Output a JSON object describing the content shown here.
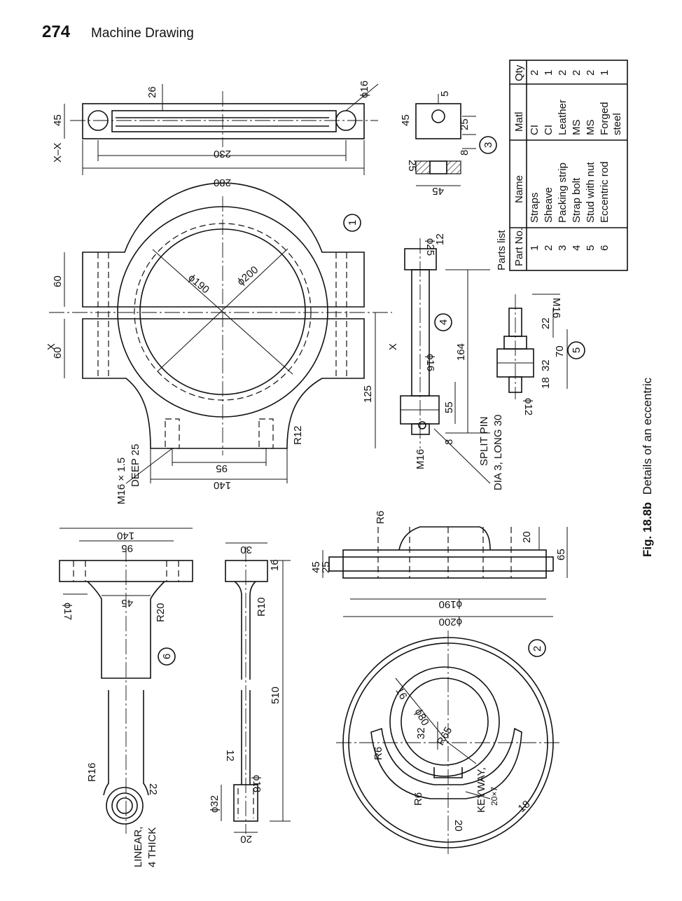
{
  "header": {
    "page_number": "274",
    "book_title": "Machine Drawing"
  },
  "caption": {
    "label": "Fig. 18.8b",
    "text": "Details of an eccentric"
  },
  "parts_list": {
    "title": "Parts list",
    "columns": [
      "Part No.",
      "Name",
      "Matl",
      "Qty"
    ],
    "rows": [
      {
        "no": "1",
        "name": "Straps",
        "matl": "CI",
        "qty": "2"
      },
      {
        "no": "2",
        "name": "Sheave",
        "matl": "CI",
        "qty": "1"
      },
      {
        "no": "3",
        "name": "Packing strip",
        "matl": "Leather",
        "qty": "2"
      },
      {
        "no": "4",
        "name": "Strap bolt",
        "matl": "MS",
        "qty": "2"
      },
      {
        "no": "5",
        "name": "Stud with nut",
        "matl": "MS",
        "qty": "2"
      },
      {
        "no": "6",
        "name": "Eccentric rod",
        "matl": "Forged",
        "matl2": "steel",
        "qty": "1"
      }
    ]
  },
  "part_markers": [
    "1",
    "2",
    "3",
    "4",
    "5",
    "6"
  ],
  "strap": {
    "section": "X–X",
    "h45": "45",
    "w26": "26",
    "phi16": "ϕ16",
    "l230": "230",
    "l280": "280",
    "w60a": "60",
    "w60b": "60",
    "x_top": "X",
    "x_bottom": "X",
    "phi190": "ϕ190",
    "phi200": "ϕ200",
    "d125": "125",
    "r12": "R12",
    "d95": "95",
    "d140": "140",
    "thread": "M16 × 1.5",
    "deep": "DEEP 25"
  },
  "packing": {
    "h45": "45",
    "d5": "5",
    "d25a": "25",
    "d25b": "25",
    "d8": "8",
    "d45": "45"
  },
  "bolt": {
    "phi25": "ϕ25",
    "d12": "12",
    "phi16": "ϕ16",
    "d164": "164",
    "d55": "55",
    "d8": "8",
    "m16": "M16",
    "split_pin": "SPLIT PIN",
    "split_spec": "DIA 3, LONG 30"
  },
  "stud": {
    "m16": "M16",
    "d22": "22",
    "d32": "32",
    "d70": "70",
    "d18": "18",
    "phi12": "ϕ12"
  },
  "rod": {
    "d140": "140",
    "d95": "95",
    "phi17": "ϕ17",
    "d45": "45",
    "r20": "R20",
    "d30": "30",
    "d16": "16",
    "r10": "R10",
    "d510": "510",
    "d12": "12",
    "phi18": "ϕ18",
    "phi32": "ϕ32",
    "d20": "20",
    "r16": "R16",
    "d22": "22",
    "liner": "LINEAR,",
    "thick": "4 THICK"
  },
  "sheave": {
    "r6a": "R6",
    "d20": "20",
    "d45": "45",
    "d25": "25",
    "d65": "65",
    "phi190": "ϕ190",
    "phi200": "ϕ200",
    "d16": "16",
    "phi80": "ϕ80",
    "d32": "32",
    "r65": "R65",
    "r6b": "R6",
    "r6c": "R6",
    "keyway": "KEYWAY,",
    "keyway_size": "20×7",
    "d20b": "20",
    "d18": "18"
  }
}
